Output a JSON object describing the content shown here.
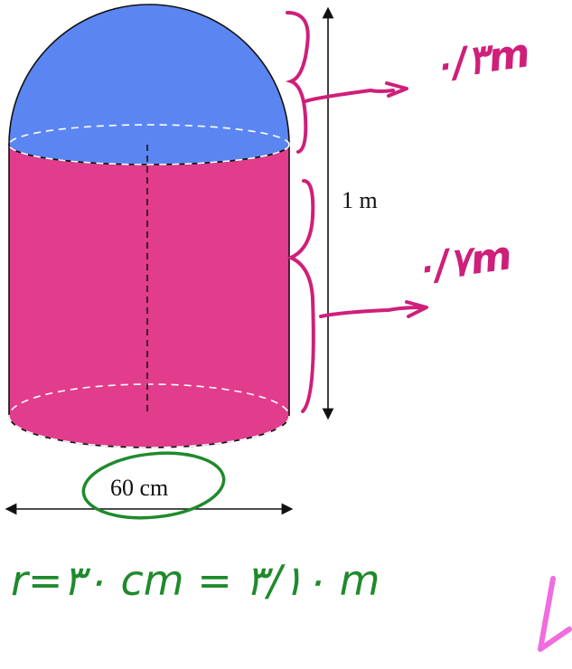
{
  "labels": {
    "height": "1 m",
    "diameter": "60 cm"
  },
  "annotations": {
    "dome_height": "٠/٣m",
    "cyl_height": "٠/٧m",
    "radius_line": "r=٣٠ cm = ٣/١٠ m"
  },
  "colors": {
    "dome": "#5b86f2",
    "cylinder": "#e23c8c",
    "handwriting_magenta": "#cf1f7a",
    "handwriting_green": "#1f8a2c",
    "stray_mark": "#f06ce0",
    "outline": "#111111"
  }
}
